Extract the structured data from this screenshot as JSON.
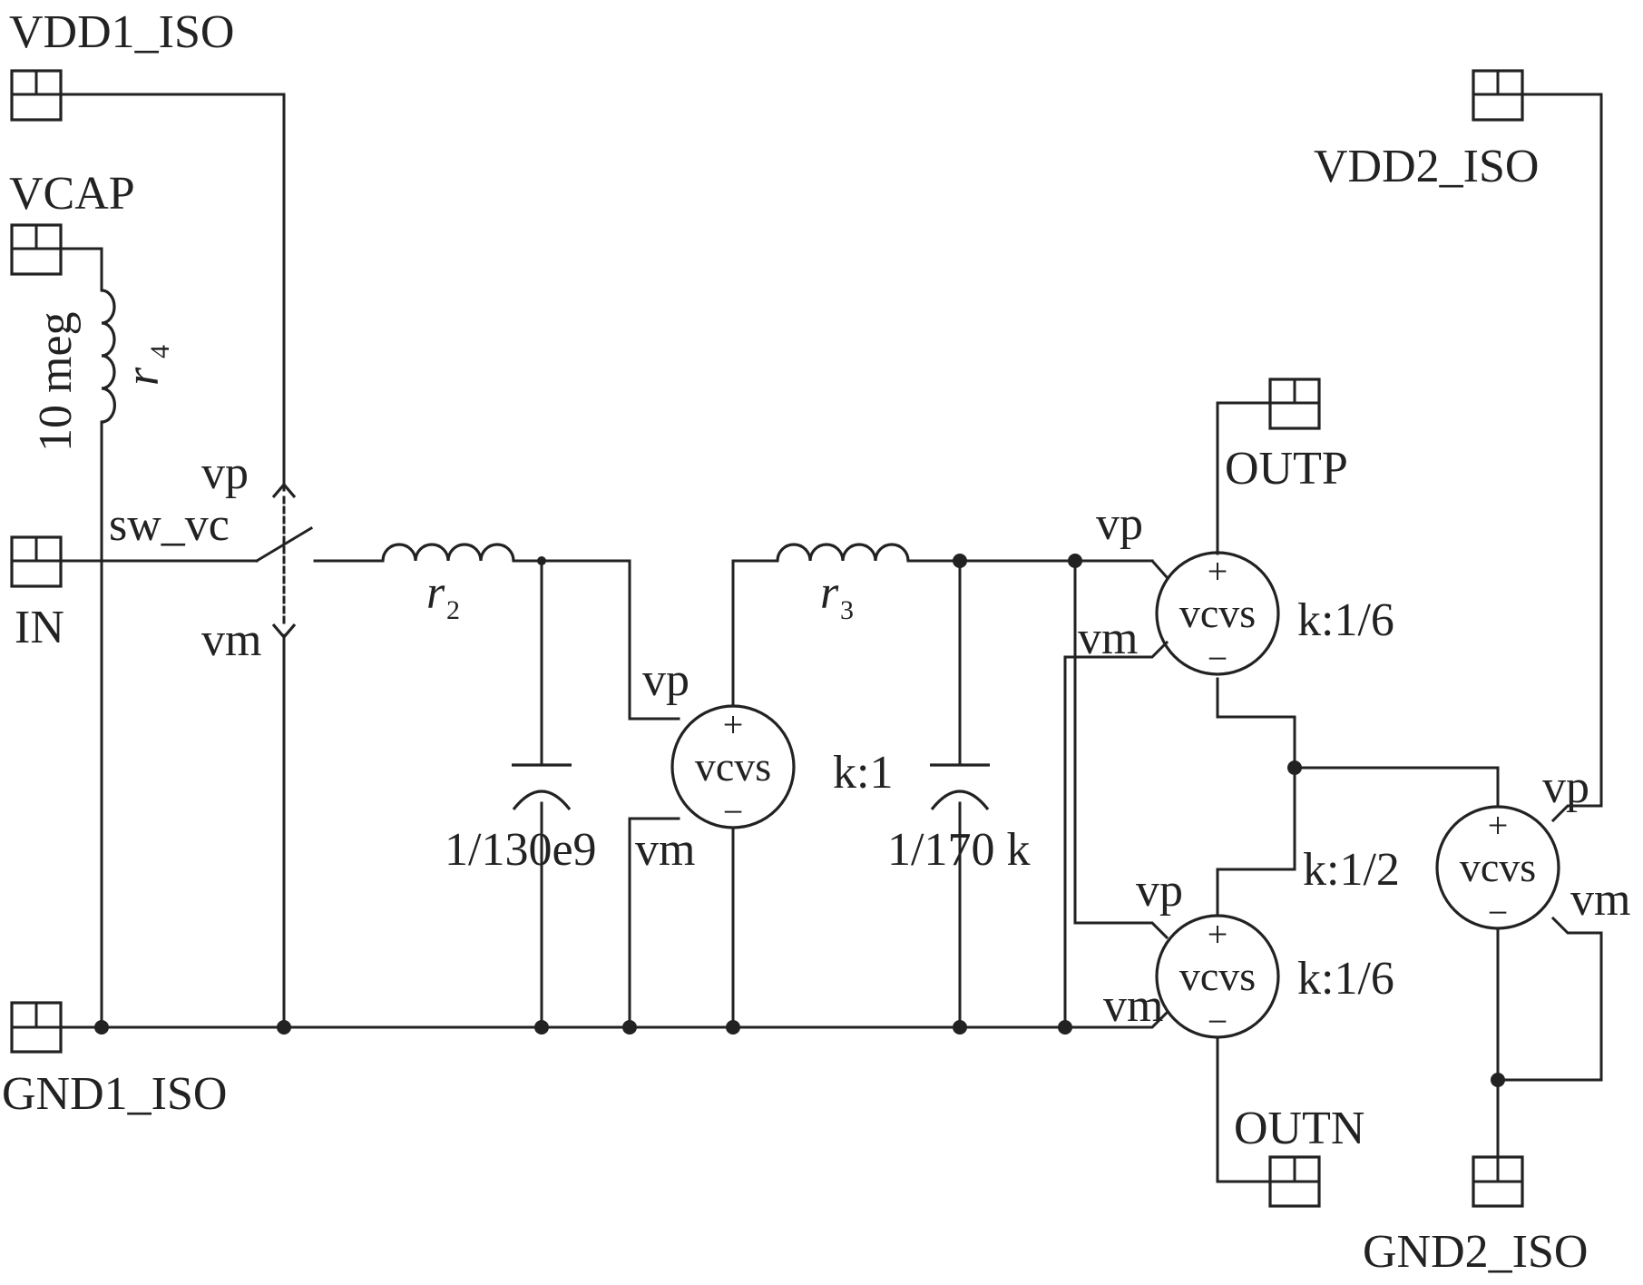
{
  "ports": {
    "vdd1": "VDD1_ISO",
    "vcap": "VCAP",
    "in": "IN",
    "gnd1": "GND1_ISO",
    "vdd2": "VDD2_ISO",
    "outp": "OUTP",
    "outn": "OUTN",
    "gnd2": "GND2_ISO"
  },
  "switch": {
    "name": "sw_vc",
    "vp": "vp",
    "vm": "vm"
  },
  "r4": {
    "value": "10 meg",
    "name": "r",
    "sub": "4"
  },
  "r2": {
    "name": "r",
    "sub": "2"
  },
  "r3": {
    "name": "r",
    "sub": "3"
  },
  "c1": {
    "value": "1/130e9"
  },
  "c2": {
    "value": "1/170 k"
  },
  "vcvs_labels": {
    "body": "vcvs",
    "plus": "+",
    "minus": "−",
    "vp": "vp",
    "vm": "vm"
  },
  "vcvs_gains": {
    "e1": "k:1",
    "e2": "k:1/6",
    "e3": "k:1/6",
    "e4": "k:1/2"
  }
}
